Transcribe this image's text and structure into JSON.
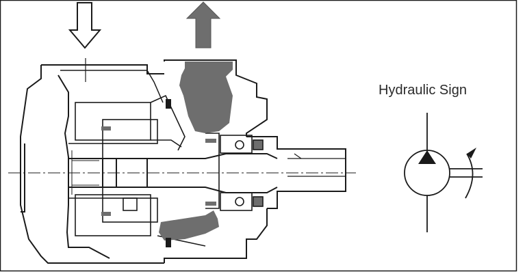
{
  "diagram": {
    "hydraulic_sign_label": "Hydraulic Sign",
    "inlet_arrow_style": "outline-arrow-down",
    "outlet_arrow_style": "solid-arrow-up",
    "colors": {
      "line": "#1a1a1a",
      "fill_dark": "#6e6e6e",
      "background": "#ffffff"
    }
  }
}
